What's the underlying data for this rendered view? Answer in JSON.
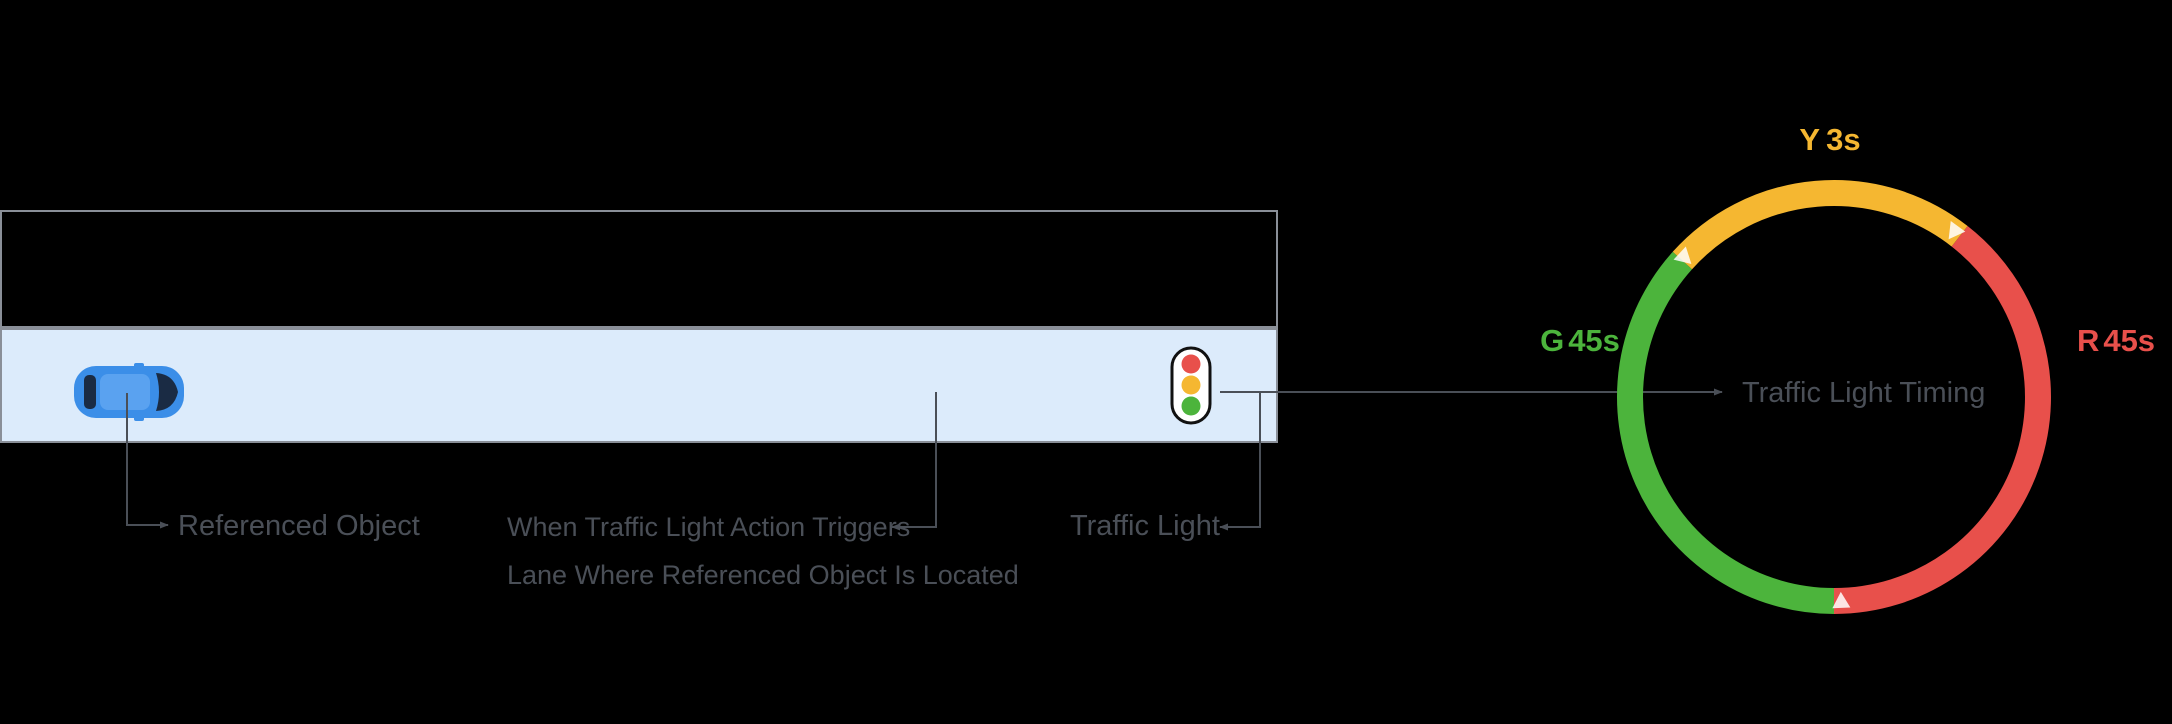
{
  "diagram": {
    "labels": {
      "referenced_object": "Referenced Object",
      "trigger_line_1": "When Traffic Light Action Triggers",
      "trigger_line_2": "Lane Where Referenced Object Is Located",
      "traffic_light": "Traffic Light",
      "timing": "Traffic Light Timing"
    },
    "phases": {
      "green": {
        "letter": "G",
        "duration": "45s",
        "seconds": 45,
        "color": "#4CB43C"
      },
      "yellow": {
        "letter": "Y",
        "duration": "3s",
        "seconds": 3,
        "color": "#F5B731"
      },
      "red": {
        "letter": "R",
        "duration": "45s",
        "seconds": 45,
        "color": "#E8504B"
      }
    },
    "colors": {
      "background": "#000000",
      "road_fill": "#DCEBFB",
      "road_border": "#8A8F98",
      "leader_line": "#4A4F57",
      "label_text": "#4A4F57",
      "car_body": "#3B8EE8",
      "car_window": "#1A2B44",
      "light_housing": "#FFFFFF",
      "light_border": "#111111"
    },
    "icons": [
      "car-icon",
      "traffic-light-icon",
      "arrow-right-icon",
      "arrow-left-icon"
    ]
  }
}
